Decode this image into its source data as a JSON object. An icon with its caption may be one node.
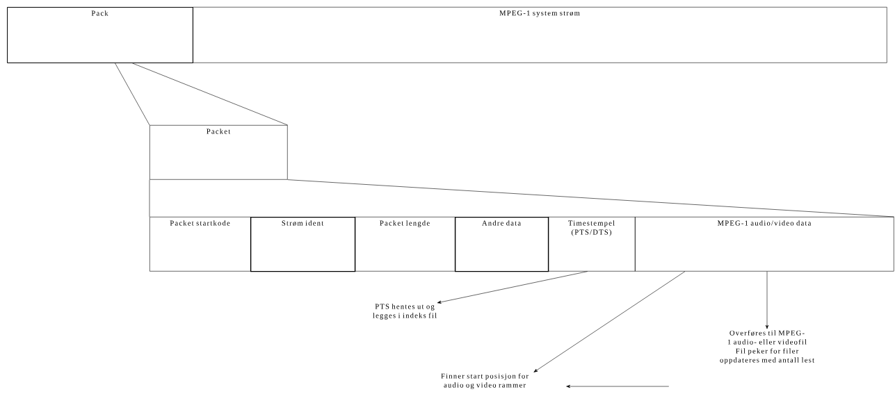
{
  "diagram": {
    "nodes": [
      {
        "text": [
          "Pack"
        ]
      },
      {
        "text": [
          "MPEG-1 system strøm"
        ]
      },
      {
        "text": [
          "Packet"
        ]
      },
      {
        "text": [
          "Packet startkode"
        ]
      },
      {
        "text": [
          "Strøm ident"
        ]
      },
      {
        "text": [
          "Packet lengde"
        ]
      },
      {
        "text": [
          "Andre data"
        ]
      },
      {
        "text": [
          "Timestempel (PTS/DTS)"
        ]
      },
      {
        "text": [
          "MPEG-1 audio/video data"
        ]
      },
      {
        "text": [
          "PTS hentes ut og legges i indeks fil"
        ]
      },
      {
        "text": [
          "Finner start posisjon for audio og video rammer"
        ]
      },
      {
        "text": [
          "Overføres til MPEG-1 audio- eller videofil",
          "Fil peker for filer oppdateres med antall lest"
        ]
      }
    ],
    "edges": [
      {
        "from": 0,
        "to": 2,
        "arrow": "none"
      },
      {
        "from": 0,
        "to": 2,
        "arrow": "none"
      },
      {
        "from": 2,
        "to": 3,
        "arrow": "none"
      },
      {
        "from": 2,
        "to": 8,
        "arrow": "none"
      },
      {
        "from": 7,
        "to": 9,
        "arrow": "to"
      },
      {
        "from": 8,
        "to": 10,
        "arrow": "to"
      },
      {
        "from": 8,
        "to": 11,
        "arrow": "to"
      },
      {
        "from": 11,
        "to": 10,
        "arrow": "to"
      }
    ]
  }
}
